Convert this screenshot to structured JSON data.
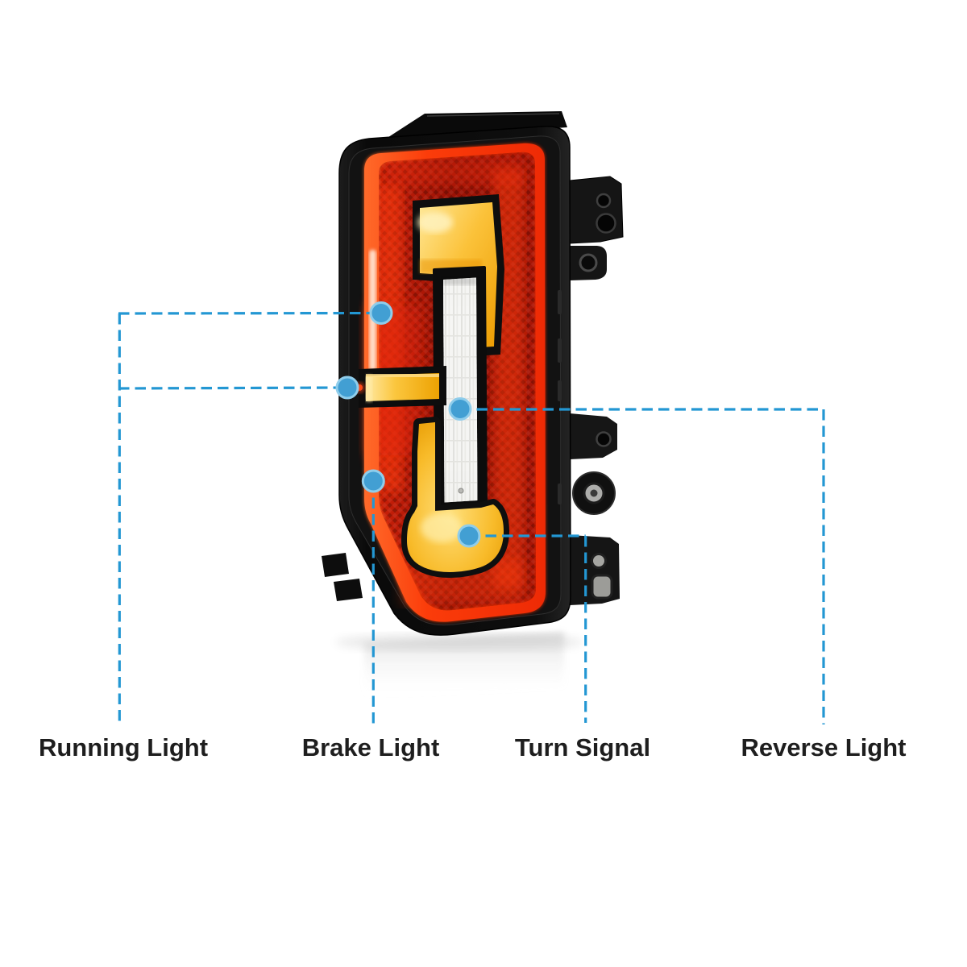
{
  "product_diagram": {
    "labels": [
      {
        "id": "running-light",
        "text": "Running Light"
      },
      {
        "id": "brake-light",
        "text": "Brake Light"
      },
      {
        "id": "turn-signal",
        "text": "Turn Signal"
      },
      {
        "id": "reverse-light",
        "text": "Reverse Light"
      }
    ],
    "colors": {
      "background": "#ffffff",
      "callout_line": "#2397d3",
      "callout_dot_fill": "#429fd3",
      "callout_dot_rim": "#8fcdeb",
      "label_text": "#1e1e1e",
      "lamp_red_bright": "#ff4612",
      "lamp_red_dark": "#9a1205",
      "lamp_amber": "#f6a800",
      "lamp_amber_light": "#ffd34d",
      "reverse_bar_white": "#f5f5f3",
      "housing_black": "#0b0b0b"
    }
  }
}
